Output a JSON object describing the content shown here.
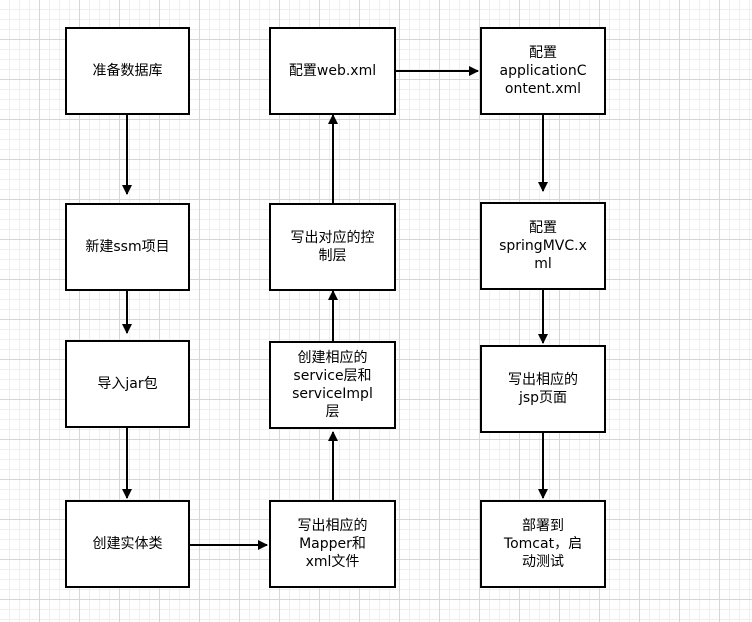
{
  "diagram": {
    "nodes": [
      {
        "id": "n1",
        "label": "准备数据库"
      },
      {
        "id": "n2",
        "label": "新建ssm项目"
      },
      {
        "id": "n3",
        "label": "导入jar包"
      },
      {
        "id": "n4",
        "label": "创建实体类"
      },
      {
        "id": "n5",
        "label": "写出相应的\nMapper和\nxml文件"
      },
      {
        "id": "n6",
        "label": "创建相应的\nservice层和\nserviceImpl\n层"
      },
      {
        "id": "n7",
        "label": "写出对应的控\n制层"
      },
      {
        "id": "n8",
        "label": "配置web.xml"
      },
      {
        "id": "n9",
        "label": "配置\napplicationC\nontent.xml"
      },
      {
        "id": "n10",
        "label": "配置\nspringMVC.x\nml"
      },
      {
        "id": "n11",
        "label": "写出相应的\njsp页面"
      },
      {
        "id": "n12",
        "label": "部署到\nTomcat，启\n动测试"
      }
    ],
    "edges": [
      {
        "from": "n1",
        "to": "n2"
      },
      {
        "from": "n2",
        "to": "n3"
      },
      {
        "from": "n3",
        "to": "n4"
      },
      {
        "from": "n4",
        "to": "n5"
      },
      {
        "from": "n5",
        "to": "n6"
      },
      {
        "from": "n6",
        "to": "n7"
      },
      {
        "from": "n7",
        "to": "n8"
      },
      {
        "from": "n8",
        "to": "n9"
      },
      {
        "from": "n9",
        "to": "n10"
      },
      {
        "from": "n10",
        "to": "n11"
      },
      {
        "from": "n11",
        "to": "n12"
      }
    ]
  }
}
